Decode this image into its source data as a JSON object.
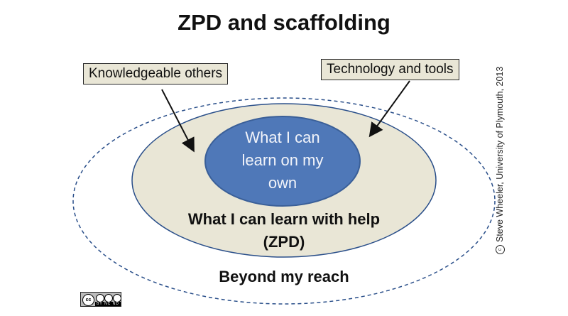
{
  "title": "ZPD and scaffolding",
  "callouts": {
    "left": "Knowledgeable others",
    "right": "Technology and tools"
  },
  "regions": {
    "inner": [
      "What I can",
      "learn on my",
      "own"
    ],
    "zpd": [
      "What I can learn with help",
      "(ZPD)"
    ],
    "outer": "Beyond my reach"
  },
  "credit": "Steve Wheeler, University of Plymouth, 2013",
  "license": {
    "mark": "cc",
    "label": "BY NC ND"
  },
  "colors": {
    "inner_fill": "#4f78b8",
    "zpd_fill": "#e9e6d6",
    "outline": "#2a4f8a",
    "callout_fill": "#e9e6d6"
  }
}
